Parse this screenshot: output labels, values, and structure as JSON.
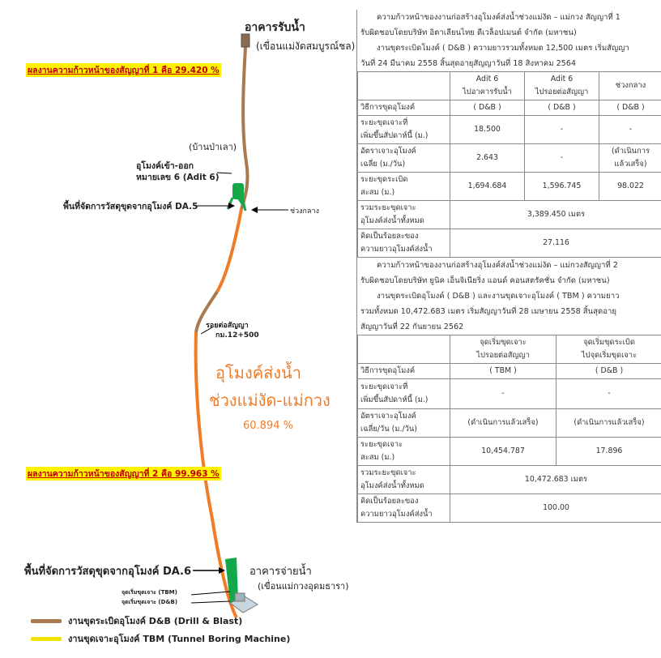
{
  "map": {
    "intake_building": "อาคารรับน้ำ",
    "intake_dam": "(เขื่อนแม่งัดสมบูรณ์ชล)",
    "contract1_progress": "ผลงานความก้าวหน้าของสัญญาที่ 1 คือ 29.420 %",
    "village": "(บ้านป่าเลา)",
    "adit_line1": "อุโมงค์เข้า-ออก",
    "adit_line2": "หมายเลข 6 (Adit 6)",
    "muck_area_5": "พื้นที่จัดการวัสดุขุดจากอุโมงค์ DA.5",
    "middle_section": "ช่วงกลาง",
    "contract_joint_line1": "รอยต่อสัญญา",
    "contract_joint_line2": "กม.12+500",
    "tunnel_title_line1": "อุโมงค์ส่งน้ำ",
    "tunnel_title_line2": "ช่วงแม่งัด-แม่กวง",
    "overall_progress": "60.894 %",
    "contract2_progress": "ผลงานความก้าวหน้าของสัญญาที่ 2 คือ 99.963 %",
    "muck_area_6": "พื้นที่จัดการวัสดุขุดจากอุโมงค์ DA.6",
    "outlet_building": "อาคารจ่ายน้ำ",
    "outlet_dam": "(เขื่อนแม่กวงอุดมธารา)",
    "tbm_start": "จุดเริ่มขุดเจาะ (TBM)",
    "db_start": "จุดเริ่มขุดเจาะ (D&B)",
    "legend_db": "งานขุดระเบิดอุโมงค์ D&B (Drill & Blast)",
    "legend_tbm": "งานขุดเจาะอุโมงค์ TBM (Tunnel Boring Machine)",
    "colors": {
      "db_route": "#a9794f",
      "tbm_route": "#f07c28",
      "adit": "#13a84a",
      "highlight": "#fff200",
      "highlight_text": "#c00000"
    }
  },
  "contract1": {
    "title": "ความก้าวหน้าของงานก่อสร้างอุโมงค์ส่งน้ำช่วงแม่งัด – แม่กวง  สัญญาที่ 1",
    "contractor": "รับผิดชอบโดยบริษัท อิตาเลียนไทย ดีเวล็อปเมนต์ จำกัด (มหาชน)",
    "scope_line1": "งานขุดระเบิดโมงค์ ( D&B ) ความยาวรวมทั้งหมด 12,500 เมตร เริ่มสัญญา",
    "scope_line2": "วันที่ 24 มีนาคม 2558 สิ้นสุดอายุสัญญาวันที่ 18 สิงหาคม 2564",
    "col_headers": [
      [
        "Adit 6",
        "ไปอาคารรับน้ำ"
      ],
      [
        "Adit 6",
        "ไปรอยต่อสัญญา"
      ],
      [
        "ช่วงกลาง",
        ""
      ]
    ],
    "rows": [
      {
        "label": [
          "วิธีการขุดอุโมงค์"
        ],
        "values": [
          "( D&B )",
          "( D&B )",
          "( D&B )"
        ]
      },
      {
        "label": [
          "ระยะขุดเจาะที่",
          "เพิ่มขึ้นสัปดาห์นี้ (ม.)"
        ],
        "values": [
          "18.500",
          "-",
          "-"
        ]
      },
      {
        "label": [
          "อัตราเจาะอุโมงค์",
          "เฉลี่ย (ม./วัน)"
        ],
        "values": [
          "2.643",
          "-",
          "(ดำเนินการ|แล้วเสร็จ)"
        ]
      },
      {
        "label": [
          "ระยะขุดระเบิด",
          "สะสม (ม.)"
        ],
        "values": [
          "1,694.684",
          "1,596.745",
          "98.022"
        ]
      }
    ],
    "total_label": [
      "รวมระยะขุดเจาะ",
      "อุโมงค์ส่งน้ำทั้งหมด"
    ],
    "total_value": "3,389.450 เมตร",
    "percent_label": [
      "คิดเป็นร้อยละของ",
      "ความยาวอุโมงค์ส่งน้ำ"
    ],
    "percent_value": "27.116"
  },
  "contract2": {
    "title": "ความก้าวหน้าของงานก่อสร้างอุโมงค์ส่งน้ำช่วงแม่งัด – แม่กวงสัญญาที่ 2",
    "contractor": "รับผิดชอบโดยบริษัท ยูนิค เอ็นจิเนียริ่ง แอนด์ คอนสตรัคชั่น จำกัด (มหาชน)",
    "scope_line1": "งานขุดระเบิดอุโมงค์ ( D&B ) และงานขุดเจาะอุโมงค์ ( TBM ) ความยาว",
    "scope_line2": "รวมทั้งหมด 10,472.683 เมตร เริ่มสัญญาวันที่ 28 เมษายน 2558 สิ้นสุดอายุ",
    "scope_line3": "สัญญาวันที่ 22 กันยายน 2562",
    "col_headers": [
      [
        "จุดเริ่มขุดเจาะ",
        "ไปรอยต่อสัญญา"
      ],
      [
        "จุดเริ่มขุดระเบิด",
        "ไปจุดเริ่มขุดเจาะ"
      ]
    ],
    "rows": [
      {
        "label": [
          "วิธีการขุดอุโมงค์"
        ],
        "values": [
          "( TBM )",
          "( D&B )"
        ]
      },
      {
        "label": [
          "ระยะขุดเจาะที่",
          "เพิ่มขึ้นสัปดาห์นี้ (ม.)"
        ],
        "values": [
          "-",
          "-"
        ]
      },
      {
        "label": [
          "อัตราเจาะอุโมงค์",
          "เฉลี่ย/วัน (ม./วัน)"
        ],
        "values": [
          "(ดำเนินการแล้วเสร็จ)",
          "(ดำเนินการแล้วเสร็จ)"
        ]
      },
      {
        "label": [
          "ระยะขุดเจาะ",
          "สะสม (ม.)"
        ],
        "values": [
          "10,454.787",
          "17.896"
        ]
      }
    ],
    "total_label": [
      "รวมระยะขุดเจาะ",
      "อุโมงค์ส่งน้ำทั้งหมด"
    ],
    "total_value": "10,472.683 เมตร",
    "percent_label": [
      "คิดเป็นร้อยละของ",
      "ความยาวอุโมงค์ส่งน้ำ"
    ],
    "percent_value": "100.00"
  }
}
